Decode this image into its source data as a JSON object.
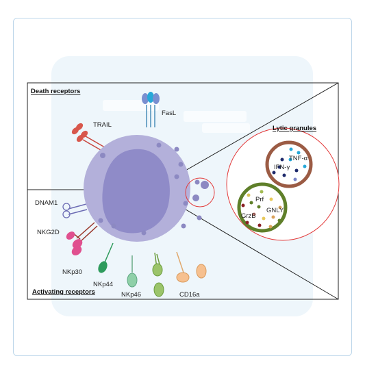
{
  "labels": {
    "death_receptors": "Death receptors",
    "activating_receptors": "Activating receptors",
    "lytic_granules": "Lytic granules",
    "trail": "TRAIL",
    "fasl": "FasL",
    "dnam1": "DNAM1",
    "nkg2d": "NKG2D",
    "nkp30": "NKp30",
    "nkp44": "NKp44",
    "nkp46": "NKp46",
    "cd16a": "CD16a",
    "tnf": "TNF-α",
    "ifn": "IFN-γ",
    "prf": "Prf",
    "grzb": "GrzB",
    "gnly": "GNLY"
  },
  "colors": {
    "cell_body": "#b3b0da",
    "nucleus": "#8f8bc8",
    "cytokine_granule_ring": "#9b5b44",
    "cytotoxic_granule_ring": "#5f7f2a",
    "zoom_circle": "#e33b3b",
    "background_panel": "#eef6fb"
  }
}
